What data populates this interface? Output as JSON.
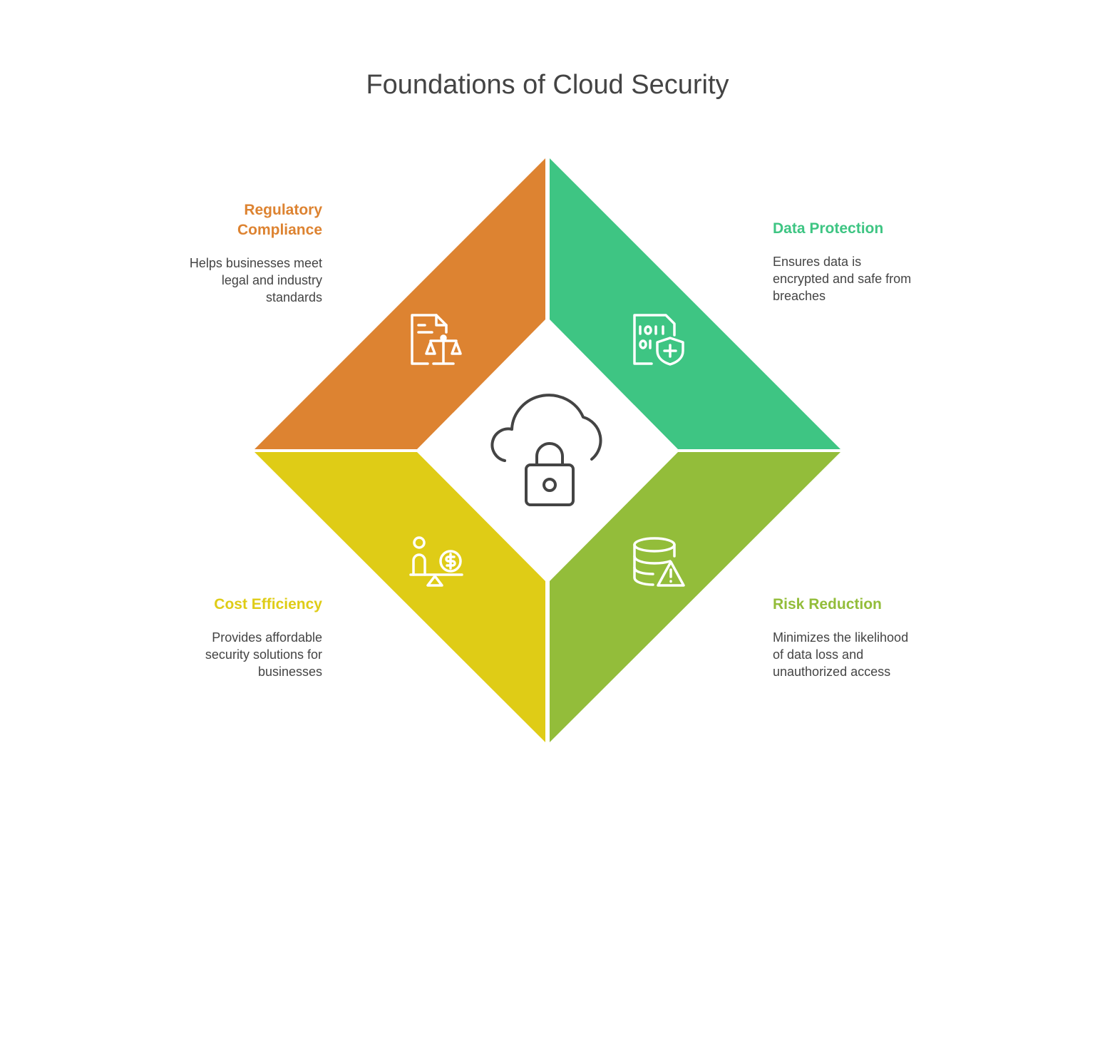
{
  "title": "Foundations of Cloud Security",
  "center_icon": "cloud-lock-icon",
  "sections": [
    {
      "heading": "Regulatory Compliance",
      "text": "Helps businesses meet legal and industry standards",
      "color": "#DD8331",
      "icon": "document-scales-icon"
    },
    {
      "heading": "Data Protection",
      "text": "Ensures data is encrypted and safe from breaches",
      "color": "#3EC583",
      "icon": "binary-document-shield-icon"
    },
    {
      "heading": "Cost Efficiency",
      "text": "Provides affordable security solutions for businesses",
      "color": "#DFCC16",
      "icon": "person-dollar-balance-icon"
    },
    {
      "heading": "Risk Reduction",
      "text": "Minimizes the likelihood of data loss and unauthorized access",
      "color": "#93BD3A",
      "icon": "database-warning-icon"
    }
  ]
}
